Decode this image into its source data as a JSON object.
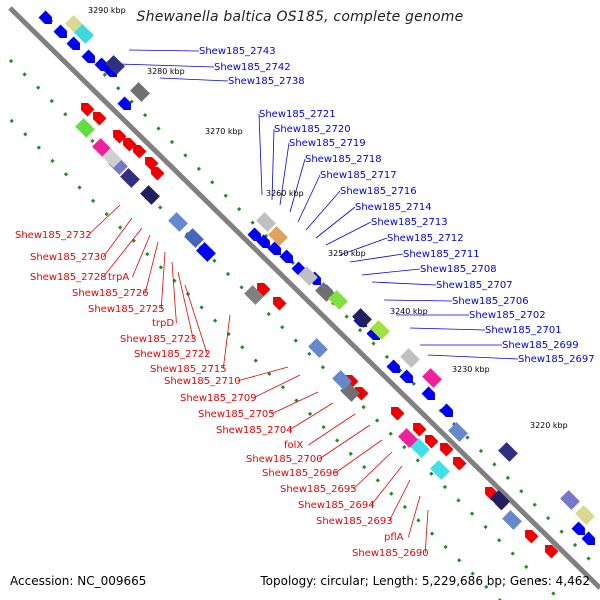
{
  "title": "Shewanella baltica OS185, complete genome",
  "accession": "Accession: NC_009665",
  "summary": "Topology: circular; Length: 5,229,686 bp; Genes: 4,462",
  "colors": {
    "forward_label": "#0000ee",
    "reverse_label": "#ee0000",
    "backbone": "#808080",
    "tick": "#228b22"
  },
  "ruler_labels": [
    "3290 kbp",
    "3280 kbp",
    "3270 kbp",
    "3260 kbp",
    "3250 kbp",
    "3240 kbp",
    "3230 kbp",
    "3220 kbp"
  ],
  "forward_genes": [
    "Shew185_2743",
    "Shew185_2742",
    "Shew185_2738",
    "Shew185_2721",
    "Shew185_2720",
    "Shew185_2719",
    "Shew185_2718",
    "Shew185_2717",
    "Shew185_2716",
    "Shew185_2714",
    "Shew185_2713",
    "Shew185_2712",
    "Shew185_2711",
    "Shew185_2708",
    "Shew185_2707",
    "Shew185_2706",
    "Shew185_2702",
    "Shew185_2701",
    "Shew185_2699",
    "Shew185_2697"
  ],
  "reverse_genes": [
    "Shew185_2732",
    "Shew185_2730",
    "Shew185_2728",
    "trpA",
    "Shew185_2726",
    "Shew185_2725",
    "trpD",
    "Shew185_2723",
    "Shew185_2722",
    "Shew185_2715",
    "Shew185_2710",
    "Shew185_2709",
    "Shew185_2705",
    "Shew185_2704",
    "folX",
    "Shew185_2700",
    "Shew185_2696",
    "Shew185_2695",
    "Shew185_2694",
    "Shew185_2693",
    "pflA",
    "Shew185_2690"
  ]
}
